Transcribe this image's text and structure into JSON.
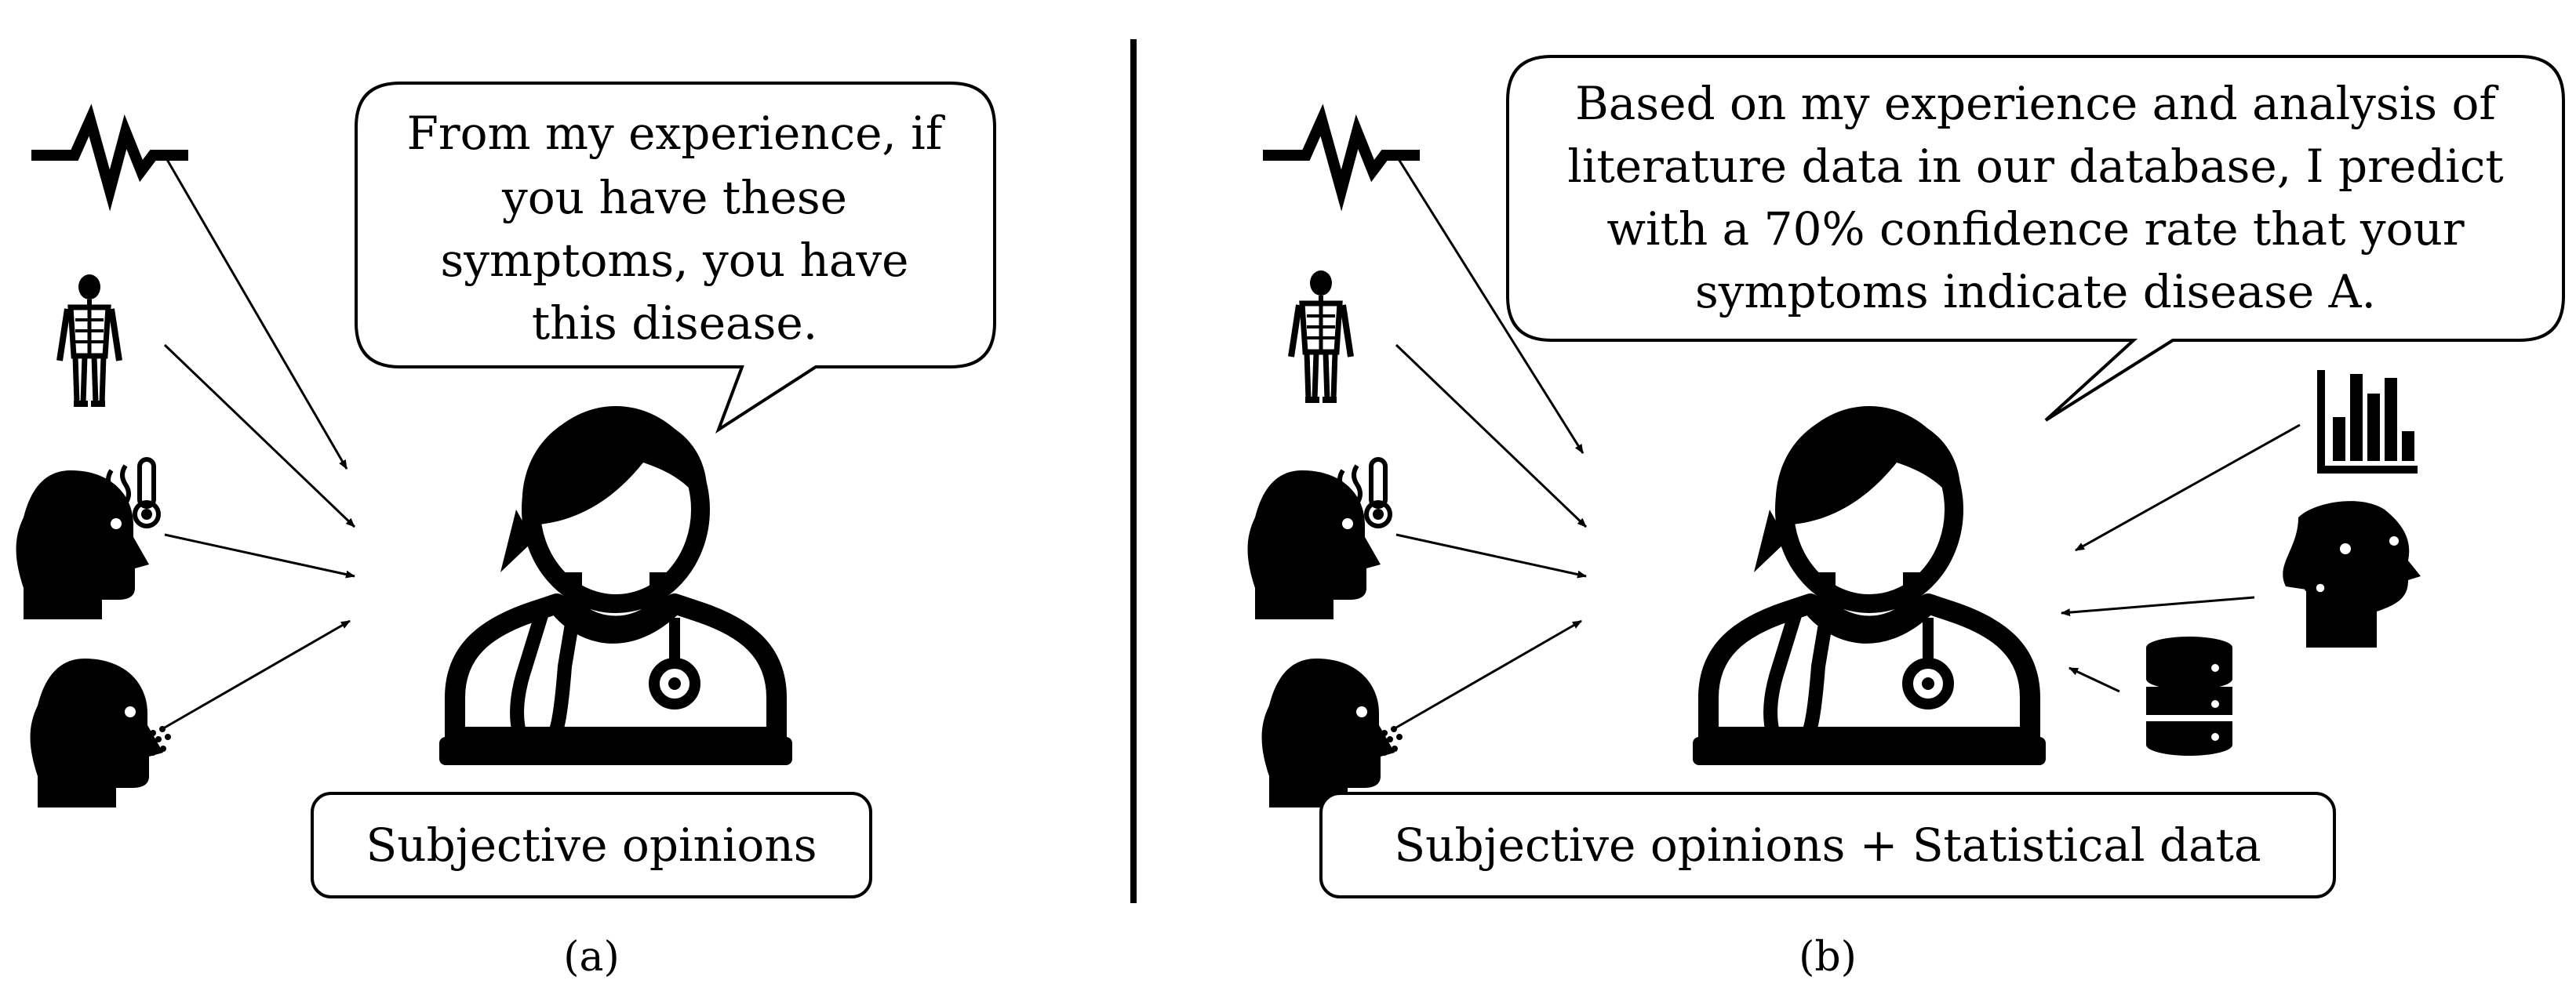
{
  "panel_a": {
    "speech": [
      "From my experience, if",
      "you have these",
      "symptoms, you have",
      "this disease."
    ],
    "label": "Subjective opinions",
    "caption": "(a)"
  },
  "panel_b": {
    "speech": [
      "Based on my experience and analysis of",
      "literature data in our database, I predict",
      "with a 70% confidence rate that your",
      "symptoms indicate disease A."
    ],
    "label": "Subjective opinions + Statistical data",
    "caption": "(b)"
  },
  "icons": {
    "symptom_icons": [
      "heartbeat-icon",
      "skeleton-icon",
      "fever-head-icon",
      "breath-head-icon"
    ],
    "data_icons": [
      "bar-chart-icon",
      "brain-gears-icon",
      "database-icon"
    ],
    "center_icon": "doctor-icon"
  },
  "colors": {
    "ink": "#000000",
    "background": "#ffffff"
  }
}
